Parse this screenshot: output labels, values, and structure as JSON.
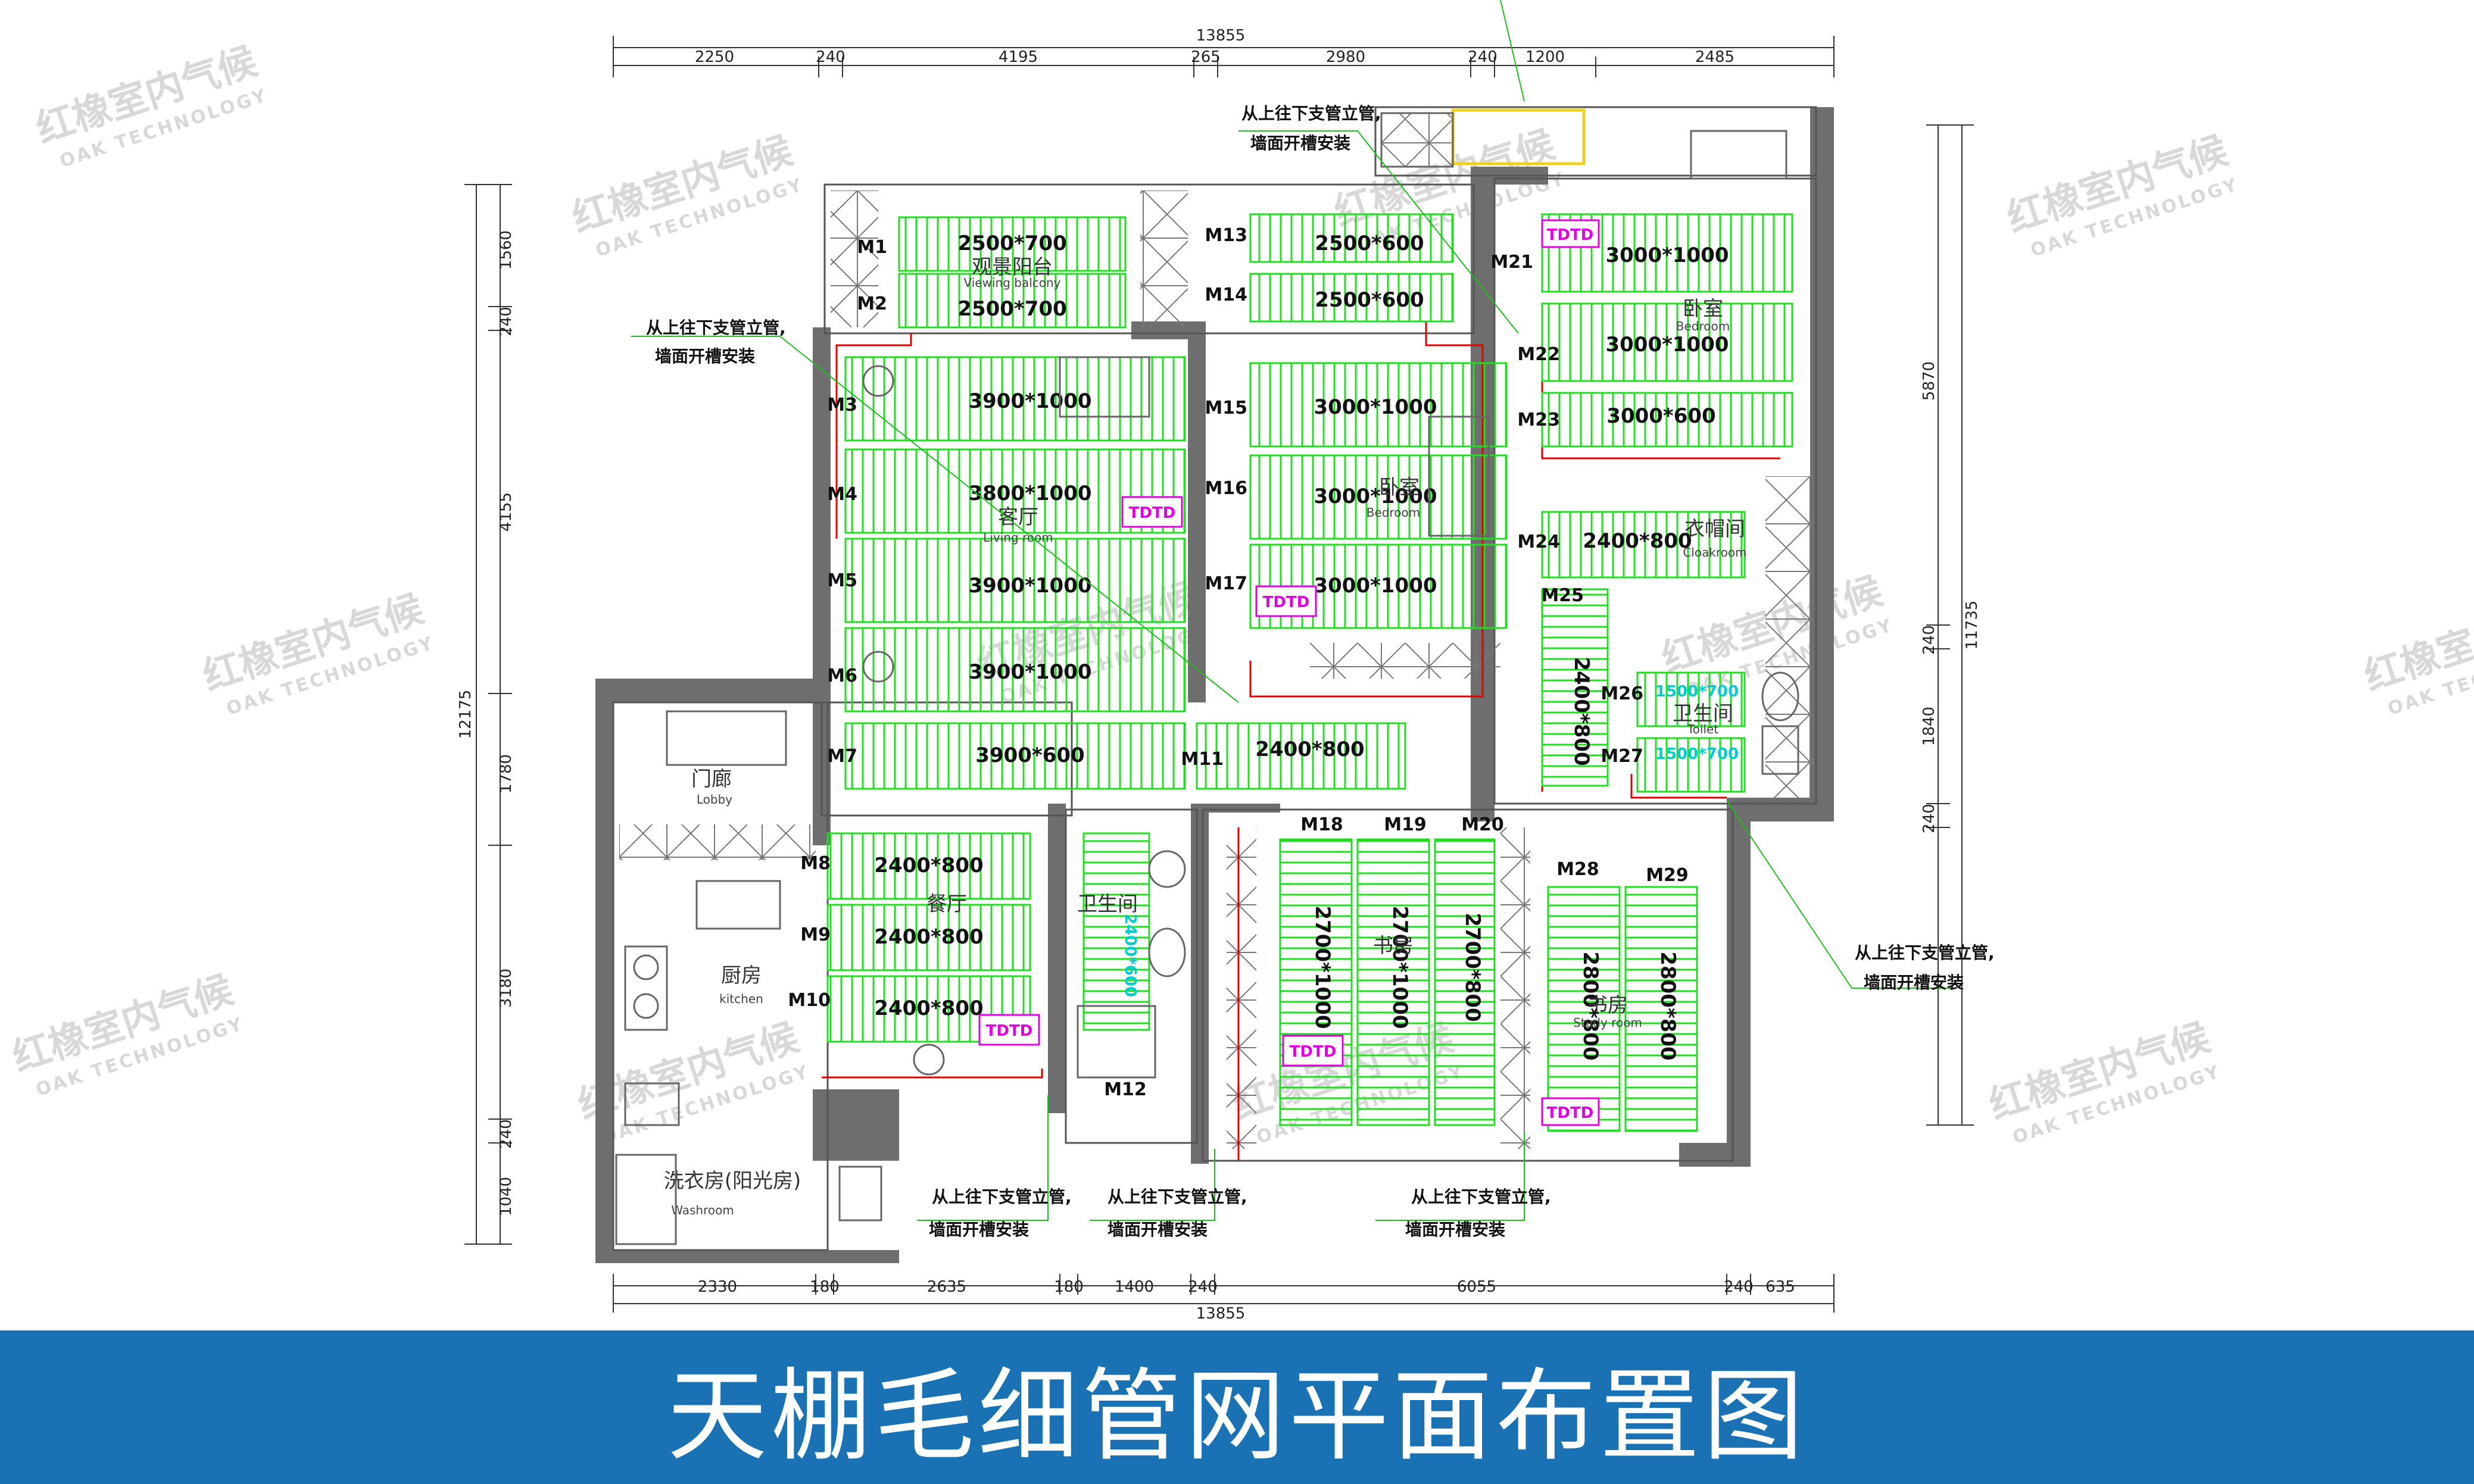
{
  "title": "天棚毛细管网平面布置图",
  "watermark": {
    "cn": "红橡室内气候",
    "en": "OAK TECHNOLOGY"
  },
  "dimensions": {
    "top_total": "13855",
    "top": [
      "2250",
      "240",
      "4195",
      "265",
      "2980",
      "240",
      "1200",
      "2485"
    ],
    "bottom_total": "13855",
    "bottom": [
      "2330",
      "180",
      "2635",
      "180",
      "1400",
      "240",
      "6055",
      "240",
      "635"
    ],
    "left_total": "12175",
    "left": [
      "1560",
      "240",
      "4155",
      "1780",
      "3180",
      "240",
      "1040"
    ],
    "right_total": "11735",
    "right": [
      "5870",
      "240",
      "1840",
      "240"
    ]
  },
  "rooms": {
    "viewing_balcony": {
      "cn": "观景阳台",
      "en": "Viewing balcony"
    },
    "living": {
      "cn": "客厅",
      "en": "Living room"
    },
    "bedroom": {
      "cn": "卧室",
      "en": "Bedroom"
    },
    "master": {
      "cn": "卧室",
      "en": "Bedroom"
    },
    "cloak": {
      "cn": "衣帽间",
      "en": "Cloakroom"
    },
    "toilet": {
      "cn": "卫生间",
      "en": "Toilet"
    },
    "lobby": {
      "cn": "门廊",
      "en": "Lobby"
    },
    "dining": {
      "cn": "餐厅",
      "en": ""
    },
    "kitchen": {
      "cn": "厨房",
      "en": "kitchen"
    },
    "bath": {
      "cn": "卫生间",
      "en": ""
    },
    "study": {
      "cn": "书房",
      "en": ""
    },
    "kids": {
      "cn": "书房",
      "en": "Study room"
    },
    "wash": {
      "cn": "洗衣房(阳光房)",
      "en": "Washroom"
    }
  },
  "mats": {
    "M1": "2500*700",
    "M2": "2500*700",
    "M13": "2500*600",
    "M14": "2500*600",
    "M21": "3000*1000",
    "M22": "3000*1000",
    "M23": "3000*600",
    "M3": "3900*1000",
    "M4": "3800*1000",
    "M5": "3900*1000",
    "M6": "3900*1000",
    "M7": "3900*600",
    "M15": "3000*1000",
    "M16": "3000*1000",
    "M17": "3000*1000",
    "M24": "2400*800",
    "M25": "2400*800",
    "M26": "1500*700",
    "M27": "1500*700",
    "M11": "2400*800",
    "M8": "2400*800",
    "M9": "2400*800",
    "M10": "2400*800",
    "M12": "2400*600",
    "M18": "2700*1000",
    "M19": "2700*1000",
    "M20": "2700*800",
    "M28": "2800*800",
    "M29": "2800*800"
  },
  "tdtd": "TDTD",
  "note": {
    "line1": "从上往下支管立管,",
    "line2": "墙面开槽安装"
  },
  "colors": {
    "mat": "#22dd22",
    "wall": "#6e6e6e",
    "pipe": "#e00000",
    "tdtd": "#e000e0",
    "accent": "#f0d020",
    "banner": "#1a72b5"
  }
}
